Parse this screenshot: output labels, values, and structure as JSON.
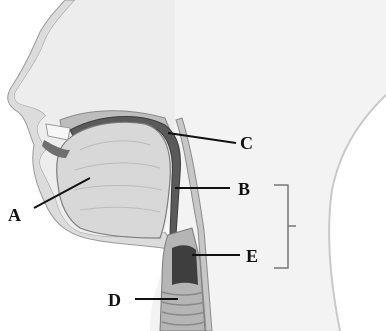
{
  "labels": {
    "a": "A",
    "b": "B",
    "c": "C",
    "d": "D",
    "e": "E"
  },
  "colors": {
    "background": "#ffffff",
    "skin_light": "#f0f0f0",
    "skin_shade": "#cfcfcf",
    "outline": "#8a8a8a",
    "tissue_dark": "#4a4a4a",
    "label_text": "#111111"
  }
}
